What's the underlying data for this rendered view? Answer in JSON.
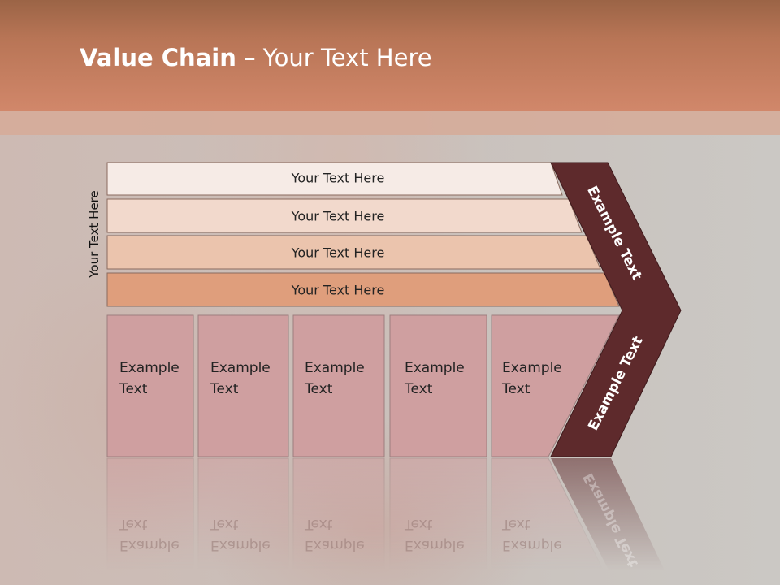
{
  "title": {
    "bold": "Value Chain",
    "rest": " – Your Text Here"
  },
  "side_label": "Your Text Here",
  "bars": [
    {
      "label": "Your Text Here"
    },
    {
      "label": "Your Text Here"
    },
    {
      "label": "Your Text Here"
    },
    {
      "label": "Your Text Here"
    }
  ],
  "boxes": [
    {
      "line1": "Example",
      "line2": "Text"
    },
    {
      "line1": "Example",
      "line2": "Text"
    },
    {
      "line1": "Example",
      "line2": "Text"
    },
    {
      "line1": "Example",
      "line2": "Text"
    },
    {
      "line1": "Example",
      "line2": "Text"
    }
  ],
  "chevron": {
    "upper": "Example Text",
    "lower": "Example Text"
  },
  "colors": {
    "header": "#c87a5c",
    "bar_1": "#f6ebe6",
    "bar_2": "#f2d9cc",
    "bar_3": "#ebc4ad",
    "bar_4": "#df9e7c",
    "box": "#cf9fa0",
    "chevron": "#5e2a2c"
  }
}
